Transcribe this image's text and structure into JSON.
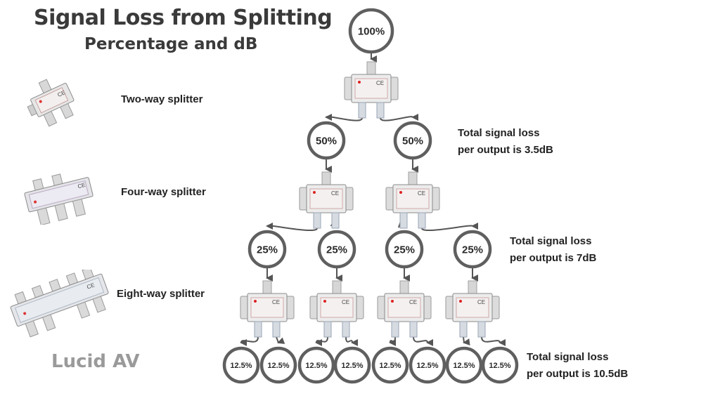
{
  "header": {
    "title": "Signal Loss from Splitting",
    "subtitle": "Percentage and dB"
  },
  "legend": [
    {
      "label": "Two-way splitter",
      "outputs": 2,
      "icon": "two-way-splitter-icon"
    },
    {
      "label": "Four-way splitter",
      "outputs": 4,
      "icon": "four-way-splitter-icon"
    },
    {
      "label": "Eight-way splitter",
      "outputs": 8,
      "icon": "eight-way-splitter-icon"
    }
  ],
  "brand": "Lucid AV",
  "tree": {
    "root": "100%",
    "levels": [
      {
        "value": "50%",
        "count": 2,
        "loss_line1": "Total signal loss",
        "loss_line2": "per output is 3.5dB"
      },
      {
        "value": "25%",
        "count": 4,
        "loss_line1": "Total signal loss",
        "loss_line2": "per output is 7dB"
      },
      {
        "value": "12.5%",
        "count": 8,
        "loss_line1": "Total signal loss",
        "loss_line2": "per output is 10.5dB"
      }
    ]
  },
  "colors": {
    "circle_stroke": "#5f5f5f",
    "cable": "#555555",
    "text": "#222222",
    "title": "#3a3a3a",
    "brand": "#9a9a9a"
  }
}
